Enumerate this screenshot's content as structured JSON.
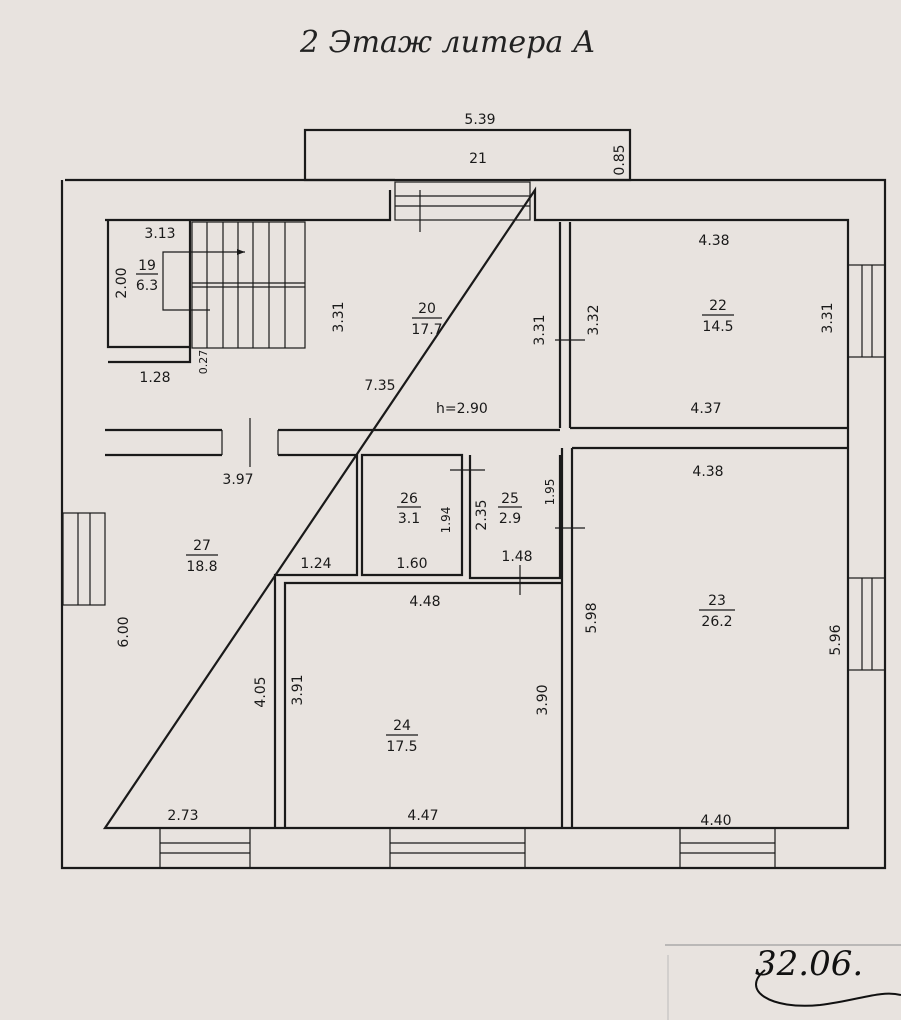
{
  "title": "2 Этаж литера А",
  "balcony": {
    "width": "5.39",
    "number": "21",
    "depth": "0.85"
  },
  "rooms": [
    {
      "number": "19",
      "area": "6.3",
      "dims": [
        "3.13",
        "2.00"
      ]
    },
    {
      "number": "20",
      "area": "17.7",
      "dims": [
        "3.31",
        "3.31",
        "7.35",
        "1.28",
        "0.27"
      ],
      "height": "h=2.90"
    },
    {
      "number": "22",
      "area": "14.5",
      "dims": [
        "4.38",
        "4.37",
        "3.32",
        "3.31"
      ]
    },
    {
      "number": "27",
      "area": "18.8",
      "dims": [
        "3.97",
        "6.00",
        "1.24",
        "2.73",
        "4.05"
      ]
    },
    {
      "number": "26",
      "area": "3.1",
      "dims": [
        "1.60",
        "1.94"
      ]
    },
    {
      "number": "25",
      "area": "2.9",
      "dims": [
        "2.35",
        "1.95",
        "1.48"
      ]
    },
    {
      "number": "24",
      "area": "17.5",
      "dims": [
        "4.48",
        "4.47",
        "3.91",
        "3.90"
      ]
    },
    {
      "number": "23",
      "area": "26.2",
      "dims": [
        "4.38",
        "4.40",
        "5.98",
        "5.96"
      ]
    }
  ],
  "stamp": {
    "date": "32.06."
  }
}
